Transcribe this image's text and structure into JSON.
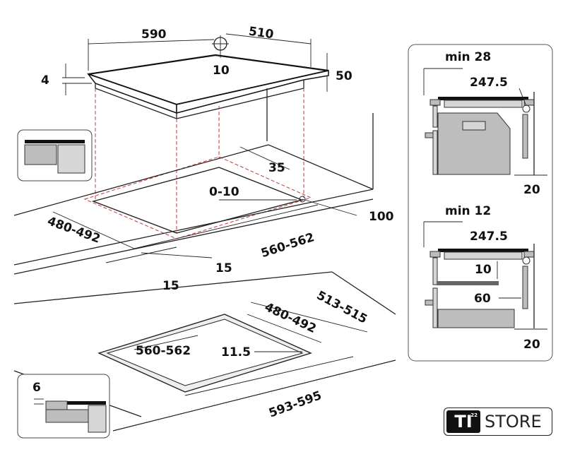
{
  "cooktop_view": {
    "width": "590",
    "depth": "510",
    "corner_radius": "10",
    "glass_thickness": "4",
    "total_height": "50"
  },
  "cutout_view": {
    "back_margin": "35",
    "edge_tolerance": "0-10",
    "front_distance": "100",
    "cutout_depth": "480-492",
    "cutout_width": "560-562",
    "side_clearance_right": "15",
    "side_clearance_front": "15"
  },
  "flush_view": {
    "outer_depth": "513-515",
    "cutout_depth": "480-492",
    "cutout_width": "560-562",
    "corner_radius": "11.5",
    "outer_width": "593-595",
    "recess_depth": "6"
  },
  "side_section_oven": {
    "min_label": "min 28",
    "cable_label": "247.5",
    "wall_gap": "20"
  },
  "side_section_drawer": {
    "min_label": "min 12",
    "cable_label": "247.5",
    "panel_gap": "10",
    "rear_gap": "60",
    "wall_gap": "20"
  },
  "logo": {
    "brand": "TI",
    "superscript": "22",
    "store": "STORE"
  }
}
